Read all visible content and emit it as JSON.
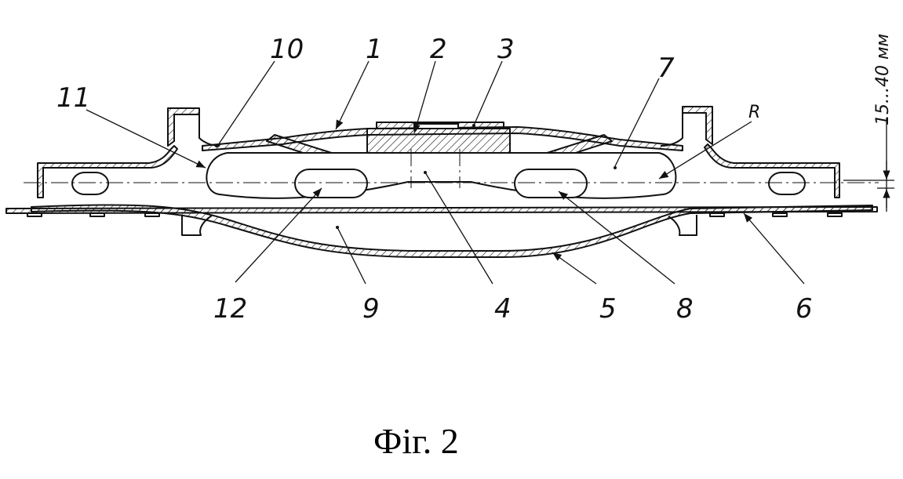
{
  "labels": {
    "l1": "1",
    "l2": "2",
    "l3": "3",
    "l4": "4",
    "l5": "5",
    "l6": "6",
    "l7": "7",
    "l8": "8",
    "l9": "9",
    "l10": "10",
    "l11": "11",
    "l12": "12",
    "radius": "R"
  },
  "dimension": "15...40 мм",
  "caption": "Фіг. 2",
  "colors": {
    "ink": "#111111",
    "paper": "#ffffff"
  }
}
